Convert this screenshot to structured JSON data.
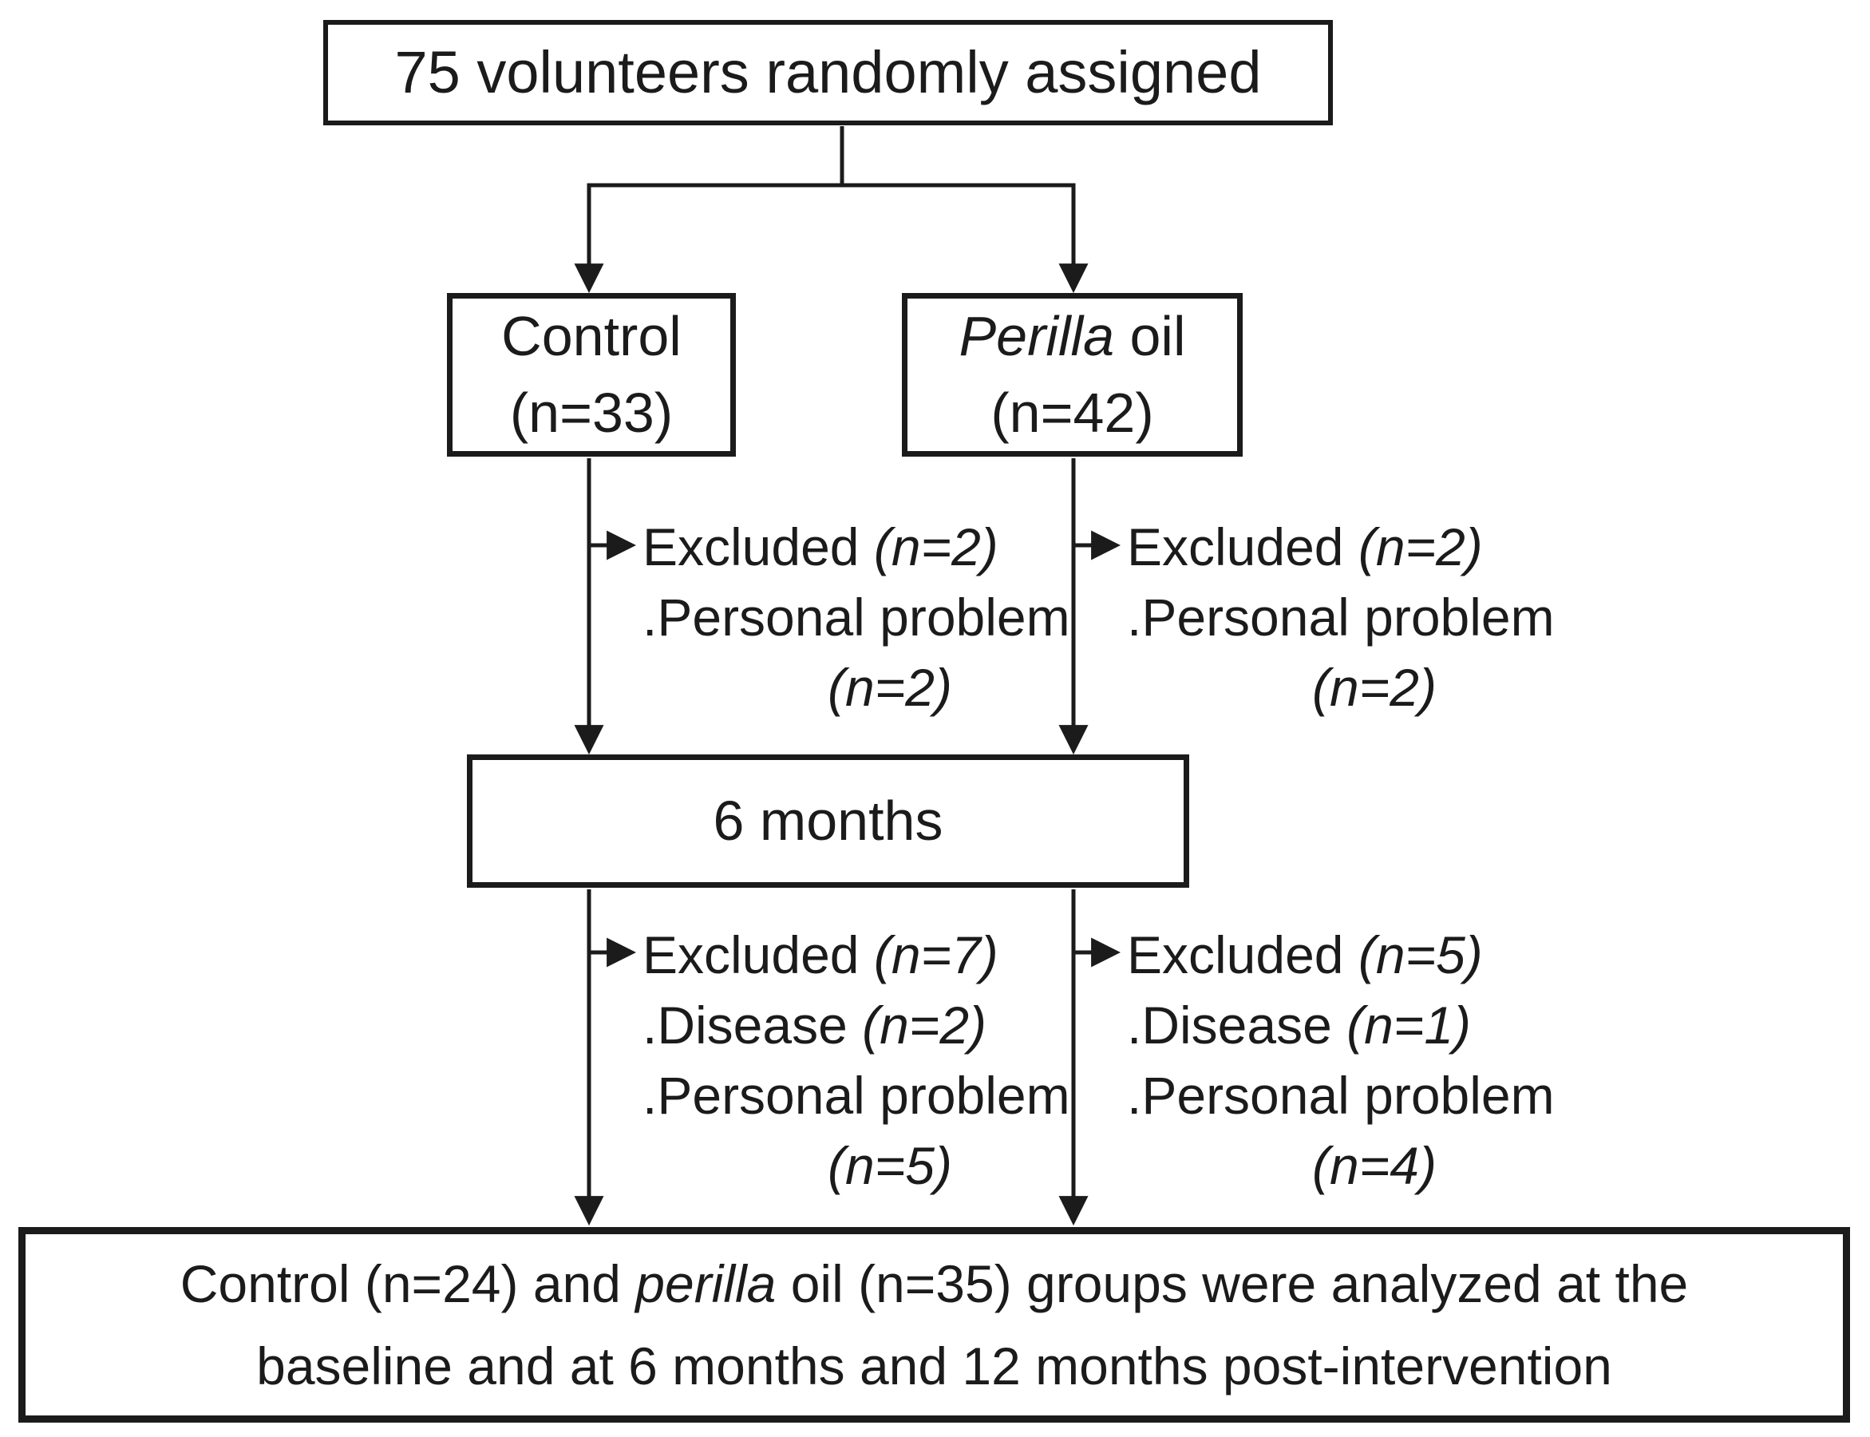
{
  "colors": {
    "ink": "#1b1b1b",
    "background": "#ffffff"
  },
  "diagram": {
    "boxes": {
      "randomized": {
        "lines": [
          [
            {
              "t": "75 volunteers randomly assigned"
            }
          ]
        ]
      },
      "control": {
        "lines": [
          [
            {
              "t": "Control"
            }
          ],
          [
            {
              "t": "(n=33)"
            }
          ]
        ]
      },
      "perilla": {
        "lines": [
          [
            {
              "t": "Perilla",
              "i": true
            },
            {
              "t": " oil"
            }
          ],
          [
            {
              "t": "(n=42)"
            }
          ]
        ]
      },
      "six_months": {
        "lines": [
          [
            {
              "t": "6 months"
            }
          ]
        ]
      },
      "final": {
        "lines": [
          [
            {
              "t": "Control (n=24) and "
            },
            {
              "t": "perilla",
              "i": true
            },
            {
              "t": " oil (n=35) groups were analyzed at the"
            }
          ],
          [
            {
              "t": "baseline and at 6 months and 12 months post-intervention"
            }
          ]
        ]
      }
    },
    "notes": {
      "control_stage1": {
        "lines": [
          [
            {
              "t": "Excluded "
            },
            {
              "t": "(n=2)",
              "i": true
            }
          ],
          [
            {
              "t": ".Personal problem"
            }
          ],
          [
            {
              "t": "(n=2)",
              "i": true
            }
          ]
        ]
      },
      "perilla_stage1": {
        "lines": [
          [
            {
              "t": "Excluded "
            },
            {
              "t": "(n=2)",
              "i": true
            }
          ],
          [
            {
              "t": ".Personal problem"
            }
          ],
          [
            {
              "t": "(n=2)",
              "i": true
            }
          ]
        ]
      },
      "control_stage2": {
        "lines": [
          [
            {
              "t": "Excluded "
            },
            {
              "t": "(n=7)",
              "i": true
            }
          ],
          [
            {
              "t": ".Disease "
            },
            {
              "t": "(n=2)",
              "i": true
            }
          ],
          [
            {
              "t": ".Personal problem"
            }
          ],
          [
            {
              "t": "(n=5)",
              "i": true
            }
          ]
        ]
      },
      "perilla_stage2": {
        "lines": [
          [
            {
              "t": "Excluded "
            },
            {
              "t": "(n=5)",
              "i": true
            }
          ],
          [
            {
              "t": ".Disease "
            },
            {
              "t": "(n=1)",
              "i": true
            }
          ],
          [
            {
              "t": ".Personal problem"
            }
          ],
          [
            {
              "t": "(n=4)",
              "i": true
            }
          ]
        ]
      }
    }
  }
}
